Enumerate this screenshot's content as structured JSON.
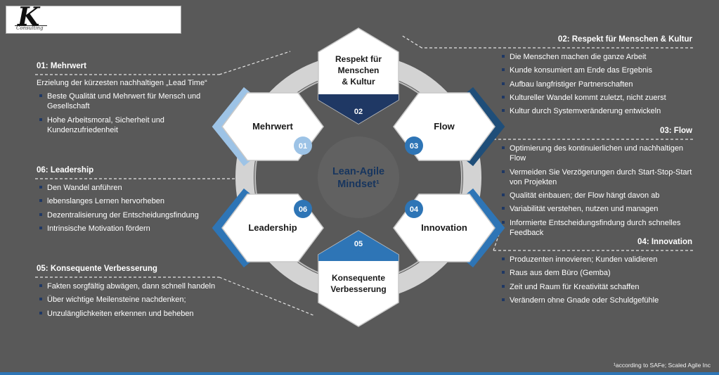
{
  "page": {
    "footnote": "¹according to SAFe; Scaled Agile Inc",
    "background_color": "#595959",
    "accent_bar_color": "#2E75B6"
  },
  "logo": {
    "monogram": "K",
    "tagline": "Consulting"
  },
  "diagram": {
    "center": {
      "line1": "Lean-Agile",
      "line2": "Mindset¹"
    },
    "colors": {
      "ring": "#D3D3D3",
      "navy": "#1F3864",
      "blue": "#2E75B6",
      "dark_blue": "#1F4E79",
      "light_blue": "#9DC3E6"
    },
    "hexagons": {
      "top": {
        "num": "02",
        "line1": "Respekt für",
        "line2": "Menschen",
        "line3": "& Kultur"
      },
      "right_upper": {
        "num": "03",
        "label": "Flow"
      },
      "right_lower": {
        "num": "04",
        "label": "Innovation"
      },
      "bottom": {
        "num": "05",
        "line1": "Konsequente",
        "line2": "Verbesserung"
      },
      "left_lower": {
        "num": "06",
        "label": "Leadership"
      },
      "left_upper": {
        "num": "01",
        "label": "Mehrwert"
      }
    }
  },
  "panels": {
    "left": [
      {
        "heading": "01: Mehrwert",
        "intro": "Erzielung der kürzesten nachhaltigen „Lead Time“",
        "bullets": [
          "Beste Qualität und Mehrwert für Mensch und Gesellschaft",
          "Hohe Arbeitsmoral, Sicherheit und Kundenzufriedenheit"
        ]
      },
      {
        "heading": "06: Leadership",
        "bullets": [
          "Den Wandel anführen",
          "lebenslanges Lernen hervorheben",
          "Dezentralisierung der Entscheidungsfindung",
          "Intrinsische Motivation fördern"
        ]
      },
      {
        "heading": "05: Konsequente Verbesserung",
        "bullets": [
          "Fakten sorgfältig abwägen, dann schnell handeln",
          "Über wichtige Meilensteine nachdenken;",
          "Unzulänglichkeiten erkennen und beheben"
        ]
      }
    ],
    "right": [
      {
        "heading": "02: Respekt für Menschen & Kultur",
        "bullets": [
          "Die Menschen machen die ganze Arbeit",
          "Kunde konsumiert am Ende das Ergebnis",
          "Aufbau langfristiger Partnerschaften",
          "Kultureller Wandel kommt zuletzt, nicht zuerst",
          "Kultur durch Systemveränderung entwickeln"
        ]
      },
      {
        "heading": "03: Flow",
        "bullets": [
          "Optimierung des kontinuierlichen und nachhaltigen Flow",
          "Vermeiden Sie Verzögerungen durch Start-Stop-Start von Projekten",
          "Qualität einbauen; der Flow hängt davon ab",
          "Variabilität verstehen, nutzen und managen",
          "Informierte Entscheidungsfindung durch schnelles Feedback"
        ]
      },
      {
        "heading": "04: Innovation",
        "bullets": [
          "Produzenten innovieren; Kunden validieren",
          "Raus aus dem Büro (Gemba)",
          "Zeit und Raum für Kreativität schaffen",
          "Verändern ohne Gnade oder Schuldgefühle"
        ]
      }
    ]
  }
}
